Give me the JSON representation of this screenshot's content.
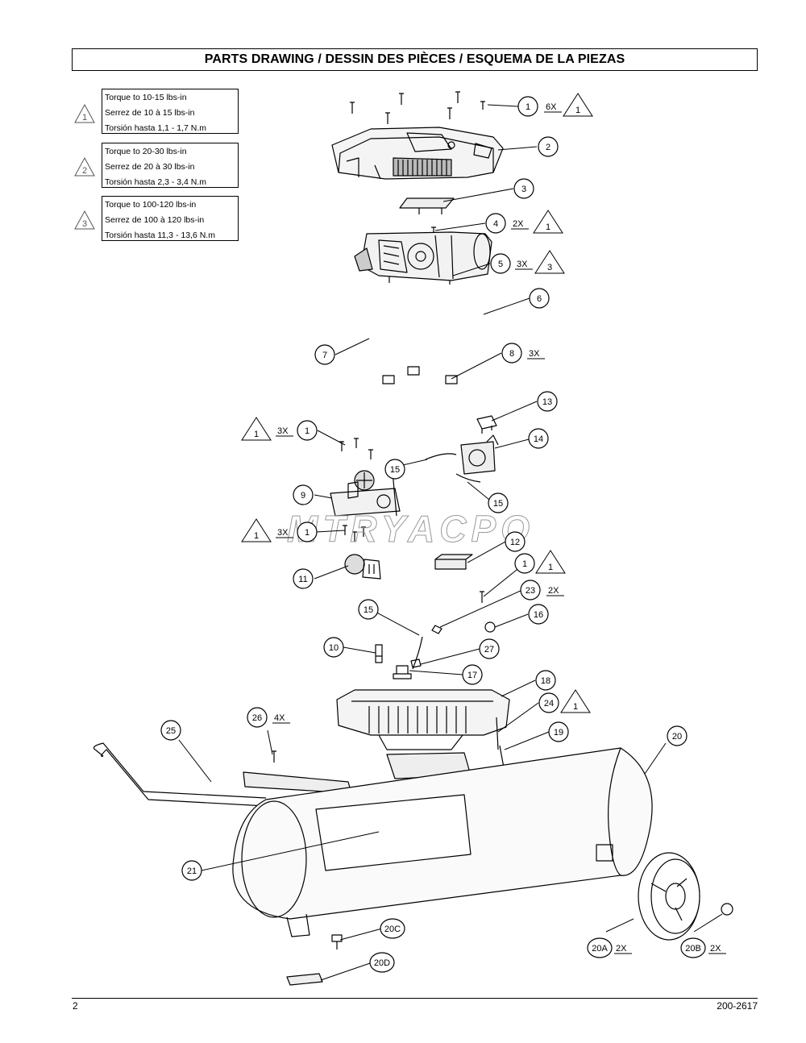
{
  "header": {
    "title": "PARTS DRAWING / DESSIN DES PIÈCES / ESQUEMA DE LA PIEZAS"
  },
  "legend": [
    {
      "mark": "1",
      "lines": [
        "Torque to 10-15 lbs-in",
        "Serrez de 10 à 15 lbs-in",
        "Torsión hasta 1,1 - 1,7 N.m"
      ]
    },
    {
      "mark": "2",
      "lines": [
        "Torque to 20-30 lbs-in",
        "Serrez de 20 à 30 lbs-in",
        "Torsión hasta 2,3 - 3,4 N.m"
      ]
    },
    {
      "mark": "3",
      "lines": [
        "Torque to 100-120 lbs-in",
        "Serrez de 100 à 120 lbs-in",
        "Torsión hasta 11,3 - 13,6 N.m"
      ]
    }
  ],
  "watermark": "MTRYACPO",
  "callouts": [
    {
      "id": "c1a",
      "label": "1",
      "qty": "6X",
      "torque": "1"
    },
    {
      "id": "c2",
      "label": "2",
      "qty": "",
      "torque": ""
    },
    {
      "id": "c3",
      "label": "3",
      "qty": "",
      "torque": ""
    },
    {
      "id": "c4",
      "label": "4",
      "qty": "2X",
      "torque": "1"
    },
    {
      "id": "c5",
      "label": "5",
      "qty": "3X",
      "torque": "3"
    },
    {
      "id": "c6",
      "label": "6",
      "qty": "",
      "torque": ""
    },
    {
      "id": "c7",
      "label": "7",
      "qty": "",
      "torque": ""
    },
    {
      "id": "c8",
      "label": "8",
      "qty": "3X",
      "torque": ""
    },
    {
      "id": "c13",
      "label": "13",
      "qty": "",
      "torque": ""
    },
    {
      "id": "c1b",
      "label": "1",
      "qty": "3X",
      "torque": "1"
    },
    {
      "id": "c14",
      "label": "14",
      "qty": "",
      "torque": ""
    },
    {
      "id": "c15a",
      "label": "15",
      "qty": "",
      "torque": ""
    },
    {
      "id": "c9",
      "label": "9",
      "qty": "",
      "torque": ""
    },
    {
      "id": "c15b",
      "label": "15",
      "qty": "",
      "torque": ""
    },
    {
      "id": "c1c",
      "label": "1",
      "qty": "3X",
      "torque": "1"
    },
    {
      "id": "c12",
      "label": "12",
      "qty": "",
      "torque": ""
    },
    {
      "id": "c11",
      "label": "11",
      "qty": "",
      "torque": ""
    },
    {
      "id": "c1d",
      "label": "1",
      "qty": "",
      "torque": "1"
    },
    {
      "id": "c23",
      "label": "23",
      "qty": "2X",
      "torque": ""
    },
    {
      "id": "c15c",
      "label": "15",
      "qty": "",
      "torque": ""
    },
    {
      "id": "c16",
      "label": "16",
      "qty": "",
      "torque": ""
    },
    {
      "id": "c10",
      "label": "10",
      "qty": "",
      "torque": ""
    },
    {
      "id": "c27",
      "label": "27",
      "qty": "",
      "torque": ""
    },
    {
      "id": "c17",
      "label": "17",
      "qty": "",
      "torque": ""
    },
    {
      "id": "c18",
      "label": "18",
      "qty": "",
      "torque": ""
    },
    {
      "id": "c24",
      "label": "24",
      "qty": "",
      "torque": "1"
    },
    {
      "id": "c26",
      "label": "26",
      "qty": "4X",
      "torque": ""
    },
    {
      "id": "c25",
      "label": "25",
      "qty": "",
      "torque": ""
    },
    {
      "id": "c19",
      "label": "19",
      "qty": "",
      "torque": ""
    },
    {
      "id": "c20",
      "label": "20",
      "qty": "",
      "torque": ""
    },
    {
      "id": "c21",
      "label": "21",
      "qty": "",
      "torque": ""
    },
    {
      "id": "c20C",
      "label": "20C",
      "qty": "",
      "torque": ""
    },
    {
      "id": "c20A",
      "label": "20A",
      "qty": "2X",
      "torque": ""
    },
    {
      "id": "c20B",
      "label": "20B",
      "qty": "2X",
      "torque": ""
    },
    {
      "id": "c20D",
      "label": "20D",
      "qty": "",
      "torque": ""
    }
  ],
  "footer": {
    "page": "2",
    "doc_number": "200-2617"
  }
}
